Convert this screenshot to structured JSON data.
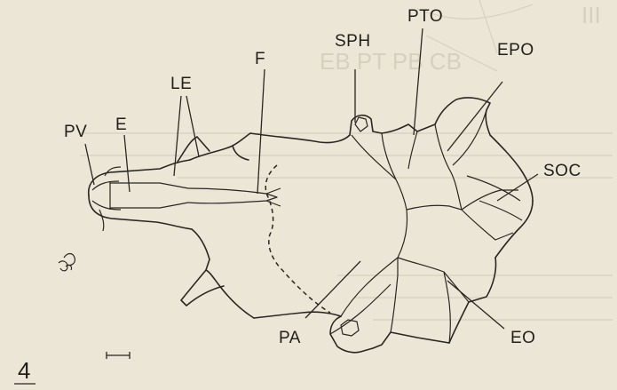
{
  "figure": {
    "number": "4",
    "labels": {
      "sph": "SPH",
      "pto": "PTO",
      "epo": "EPO",
      "soc": "SOC",
      "eo": "EO",
      "pa": "PA",
      "f": "F",
      "le": "LE",
      "e": "E",
      "pv": "PV"
    }
  },
  "background_bleed": {
    "top_right": "EB  PT  PB  CB",
    "corner": "III"
  }
}
